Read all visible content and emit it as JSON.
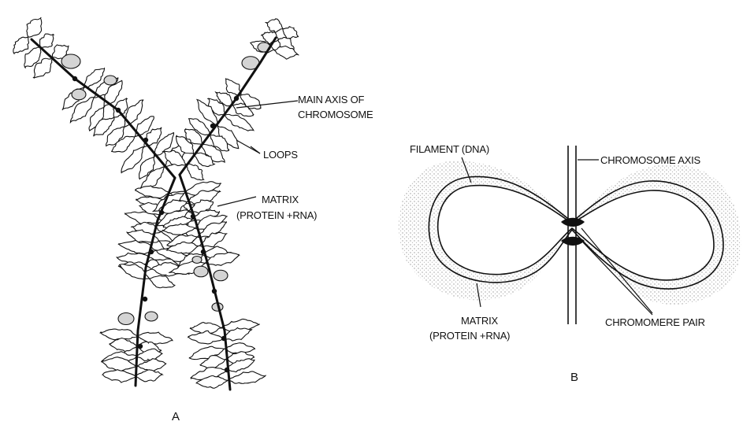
{
  "panel_a": {
    "letter": "A",
    "labels": {
      "main_axis_line1": "MAIN  AXIS OF",
      "main_axis_line2": "CHROMOSOME",
      "loops": "LOOPS",
      "matrix_line1": "MATRIX",
      "matrix_line2": "(PROTEIN +RNA)"
    }
  },
  "panel_b": {
    "letter": "B",
    "labels": {
      "filament": "FILAMENT (DNA)",
      "chromosome_axis": "CHROMOSOME AXIS",
      "matrix_line1": "MATRIX",
      "matrix_line2": "(PROTEIN +RNA)",
      "chromomere_pair": "CHROMOMERE PAIR"
    }
  },
  "colors": {
    "ink": "#111111",
    "stipple": "#b8b8b8",
    "background": "#ffffff"
  }
}
